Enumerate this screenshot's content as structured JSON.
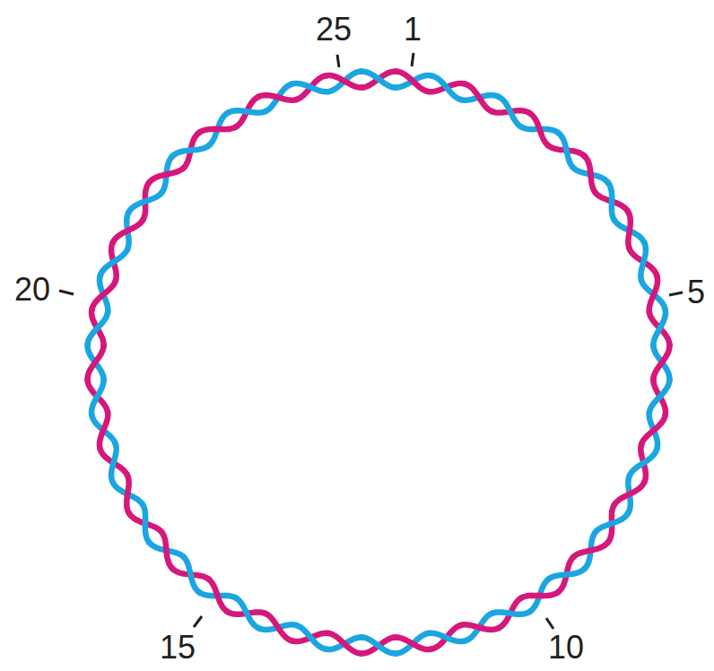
{
  "diagram": {
    "labels": [
      "25",
      "1",
      "20",
      "5",
      "15",
      "10"
    ]
  }
}
